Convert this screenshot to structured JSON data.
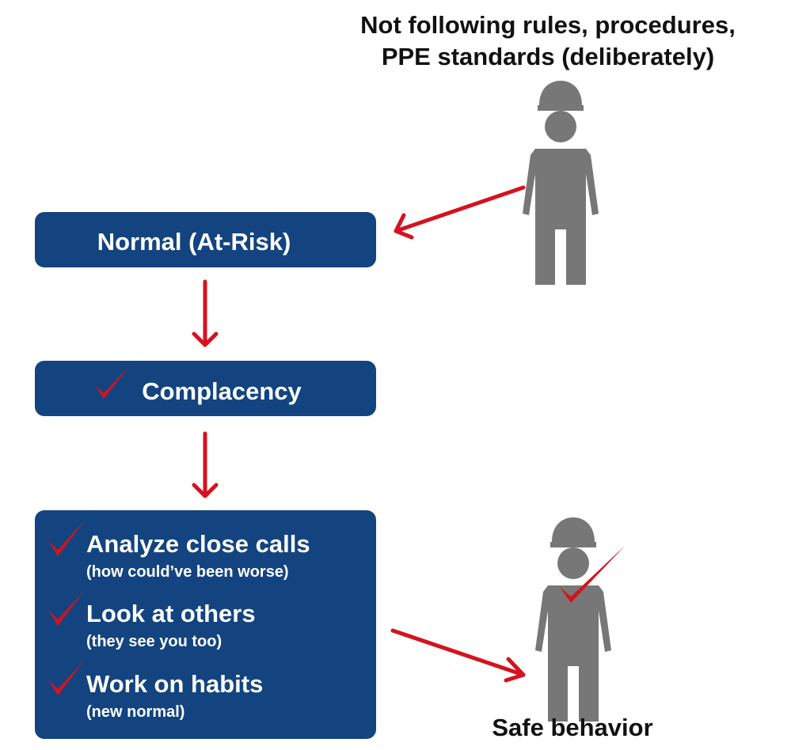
{
  "colors": {
    "box_fill": "#13447f",
    "arrow": "#d5121f",
    "figure": "#777777",
    "text_on_box": "#ffffff",
    "caption_text": "#111111"
  },
  "top_caption": {
    "line1": "Not following rules, procedures,",
    "line2": "PPE standards (deliberately)"
  },
  "box_normal": {
    "label": "Normal (At-Risk)"
  },
  "box_complacency": {
    "label": "Complacency",
    "icon": "check-icon"
  },
  "box_actions": {
    "items": [
      {
        "title": "Analyze close calls",
        "subtitle": "(how could’ve been worse)",
        "icon": "check-icon"
      },
      {
        "title": "Look at others",
        "subtitle": "(they see you too)",
        "icon": "check-icon"
      },
      {
        "title": "Work on habits",
        "subtitle": "(new normal)",
        "icon": "check-icon"
      }
    ]
  },
  "bottom_caption": {
    "label": "Safe behavior"
  },
  "figures": [
    {
      "name": "worker-figure-icon",
      "role": "not following rules"
    },
    {
      "name": "worker-figure-check-icon",
      "role": "safe behavior"
    }
  ]
}
